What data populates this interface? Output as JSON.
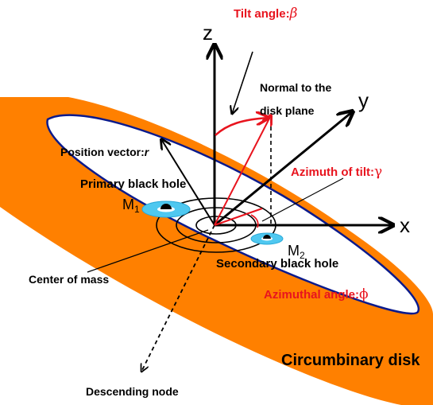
{
  "axes": {
    "x": "x",
    "y": "y",
    "z": "z"
  },
  "labels": {
    "tilt_angle": "Tilt angle:",
    "tilt_symbol": "β",
    "normal_line1": "Normal to the",
    "normal_line2": "disk plane",
    "position_vector": "Position vector:",
    "position_symbol": "r",
    "azimuth_tilt": "Azimuth of tilt:",
    "azimuth_tilt_symbol": "γ",
    "primary_bh": "Primary black hole",
    "m1": "M",
    "m1_sub": "1",
    "m2": "M",
    "m2_sub": "2",
    "secondary_bh": "Secondary black hole",
    "center_of_mass": "Center of mass",
    "azimuthal_angle": "Azimuthal angle:",
    "azimuthal_symbol": "ϕ",
    "circumbinary_disk": "Circumbinary disk",
    "descending_node": "Descending node"
  },
  "colors": {
    "disk": "#ff8000",
    "disk_edge": "#0a1a8c",
    "accent": "#e8141e",
    "black_hole_ring": "#4fc8f0",
    "ink": "#000000"
  }
}
